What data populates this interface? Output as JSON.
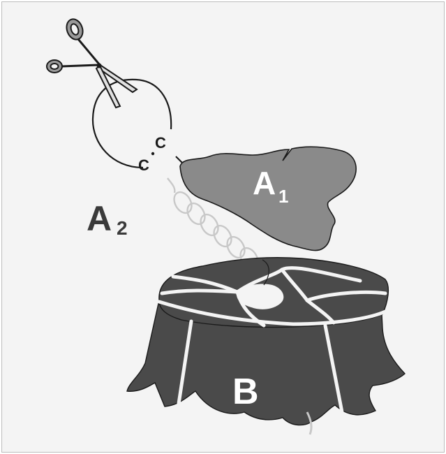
{
  "labels": {
    "a2_letter": "A",
    "a2_sub": "2",
    "a1_letter": "A",
    "a1_sub": "1",
    "b": "B",
    "c_left": "C",
    "c_right": "C"
  },
  "icons": {
    "scissors": "scissors-icon"
  },
  "colors": {
    "background": "#f4f4f4",
    "subunit_fill": "#8a8a8a",
    "bowl_fill": "#4a4a4a",
    "line": "#1a1a1a",
    "helix": "#c8c8c8"
  }
}
